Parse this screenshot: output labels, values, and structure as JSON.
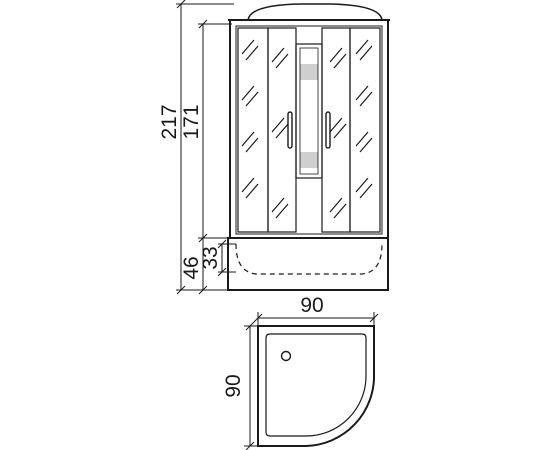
{
  "dimensions": {
    "total_height": "217",
    "cabin_height": "171",
    "tray_height": "46",
    "tray_inner_height": "33",
    "width": "90",
    "depth": "90"
  },
  "colors": {
    "line": "#1a1a1a",
    "background": "#ffffff"
  }
}
